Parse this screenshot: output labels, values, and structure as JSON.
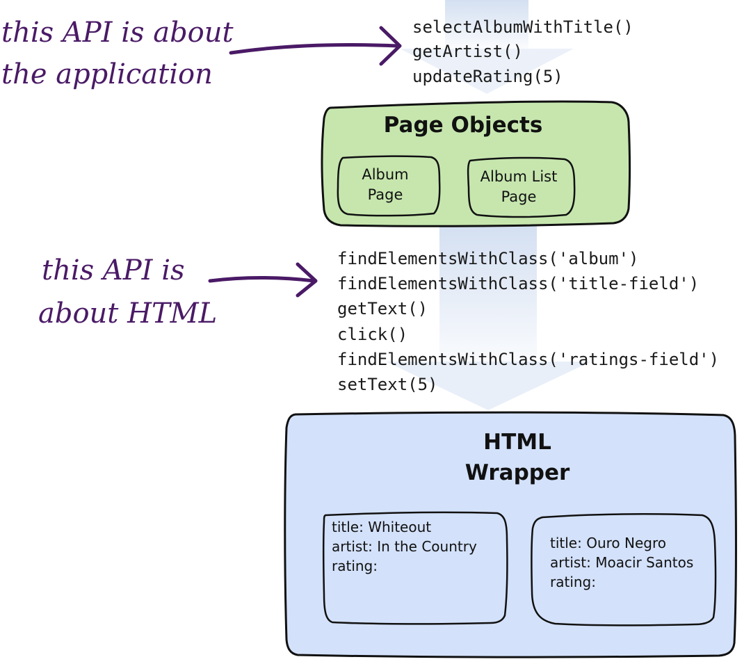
{
  "colors": {
    "flow_arrow": "#cfdcf0",
    "page_objects_fill": "#c6e6ae",
    "html_wrapper_fill": "#d3e1fa",
    "annotation": "#4a1a66",
    "stroke": "#111111"
  },
  "annotations": {
    "application_api": [
      "this API is about",
      "the application"
    ],
    "html_api": [
      "this API is",
      "about HTML"
    ]
  },
  "application_api_calls": [
    "selectAlbumWithTitle()",
    "getArtist()",
    "updateRating(5)"
  ],
  "page_objects": {
    "title": "Page Objects",
    "children": [
      {
        "lines": [
          "Album",
          "Page"
        ]
      },
      {
        "lines": [
          "Album List",
          "Page"
        ]
      }
    ]
  },
  "html_api_calls": [
    "findElementsWithClass('album')",
    "findElementsWithClass('title-field')",
    "getText()",
    "click()",
    "findElementsWithClass('ratings-field')",
    "setText(5)"
  ],
  "html_wrapper": {
    "title_lines": [
      "HTML",
      "Wrapper"
    ],
    "records": [
      {
        "lines": [
          "title: Whiteout",
          "artist: In the Country",
          "rating:"
        ]
      },
      {
        "lines": [
          "title: Ouro Negro",
          "artist: Moacir Santos",
          "rating:"
        ]
      }
    ]
  }
}
